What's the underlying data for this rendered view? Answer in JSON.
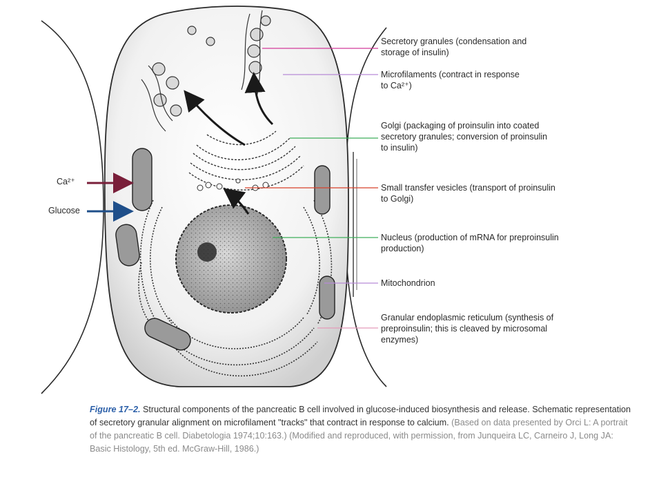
{
  "colors": {
    "green": "#3fae5a",
    "magenta": "#d23a9a",
    "red": "#d8402a",
    "blue": "#2f7fc0",
    "navy": "#27358a",
    "purple": "#b78ad6",
    "pink": "#e49ab9",
    "caption_accent": "#2b5fa8"
  },
  "side_labels": {
    "calcium": "Ca²⁺",
    "glucose": "Glucose"
  },
  "labels": [
    {
      "text": "Secretory granules (condensation and\nstorage of insulin)",
      "color": "magenta"
    },
    {
      "text": "Microfilaments (contract in response\nto Ca²⁺)",
      "color": "purple"
    },
    {
      "text": "Golgi (packaging of proinsulin into coated\nsecretory granules; conversion of proinsulin\nto insulin)",
      "color": "green"
    },
    {
      "text": "Small transfer vesicles (transport of proinsulin\nto Golgi)",
      "color": "red"
    },
    {
      "text": "Nucleus (production of mRNA for preproinsulin\nproduction)",
      "color": "green"
    },
    {
      "text": "Mitochondrion",
      "color": "purple"
    },
    {
      "text": "Granular endoplasmic reticulum (synthesis of\npreproinsulin; this is cleaved by microsomal\nenzymes)",
      "color": "pink"
    }
  ],
  "caption": {
    "figure_label": "Figure 17–2.",
    "text": "Structural components of the pancreatic B cell involved in glucose-induced biosynthesis and release. Schematic representation of secretory granular alignment on microfilament \"tracks\" that contract in response to calcium.",
    "credit": "(Based on data presented by Orci L: A portrait of the pancreatic B cell. Diabetologia 1974;10:163.) (Modified and reproduced, with permission, from Junqueira LC, Carneiro J, Long JA: Basic Histology, 5th ed. McGraw-Hill, 1986.)"
  }
}
